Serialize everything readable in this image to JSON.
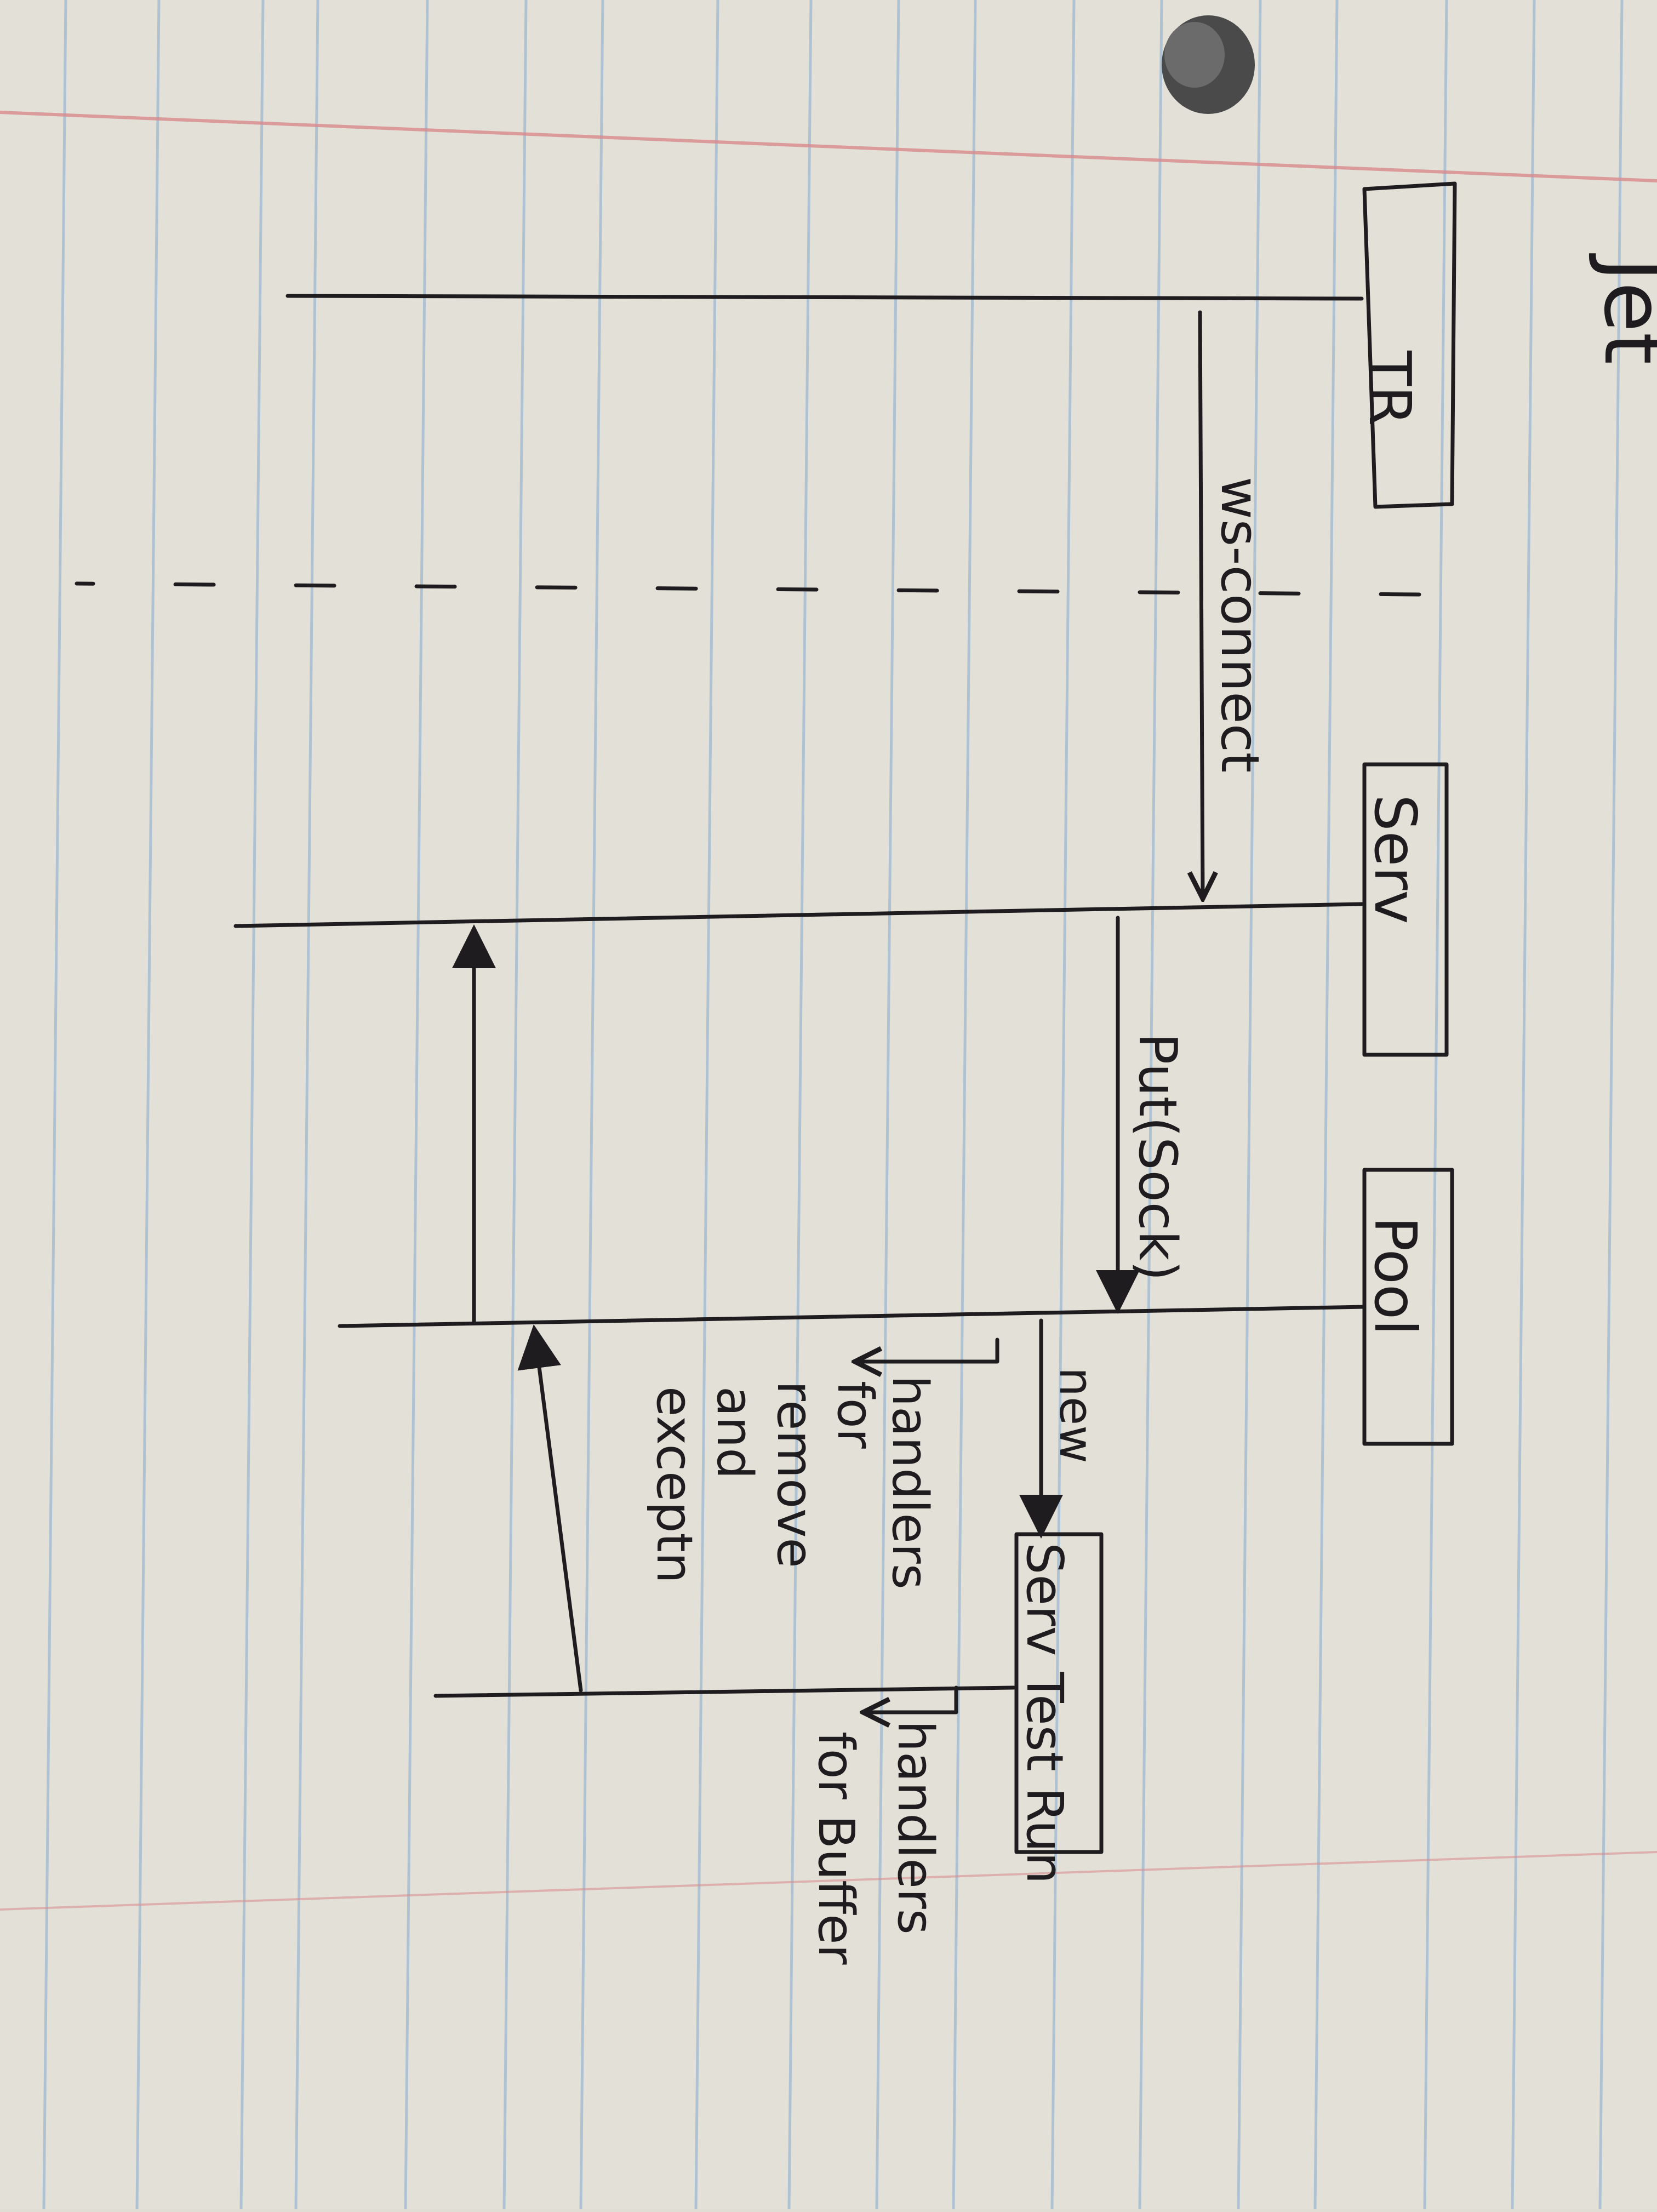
{
  "paper": {
    "background": "#e2e0d7",
    "rule_line_color": "#9fb8d2",
    "margin_line_color": "#d98a8c",
    "ink_color": "#1f1c1f"
  },
  "page_heading": "Jet",
  "participants": {
    "tr": "TR",
    "serv": "Serv",
    "pool": "Pool",
    "serv_test_run": "Serv Test Run"
  },
  "messages": {
    "ws_connect": "ws-connect",
    "put_sock": "Put(Sock)",
    "new": "new"
  },
  "notes": {
    "pool_handlers": [
      "handlers",
      "for",
      "remove",
      "and",
      "exceptn"
    ],
    "test_run_handlers": [
      "handlers",
      "for Buffer"
    ]
  }
}
